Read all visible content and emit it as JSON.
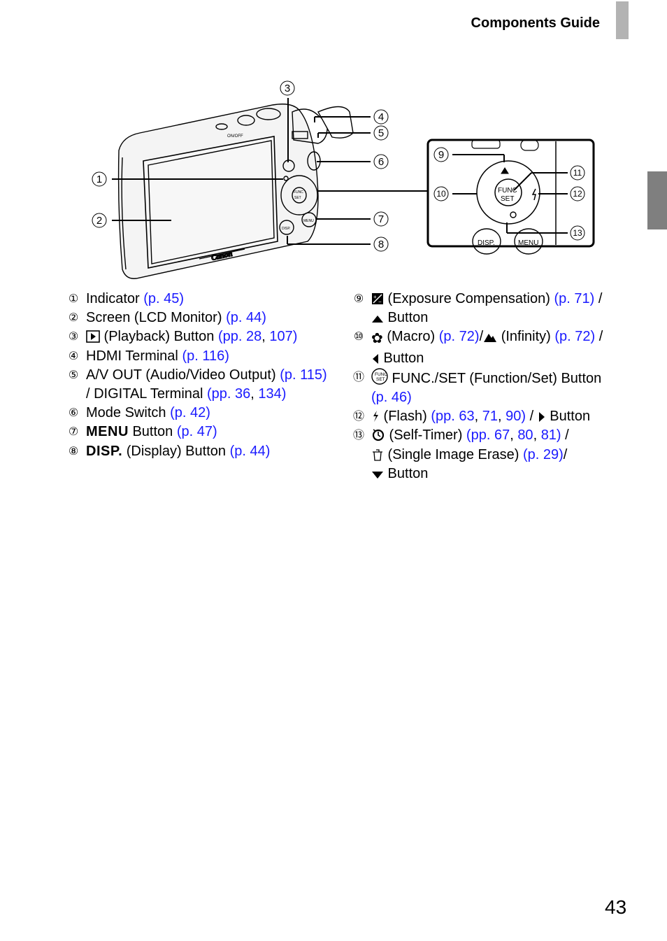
{
  "header": {
    "title": "Components Guide"
  },
  "page_number": "43",
  "diagram": {
    "callouts": [
      "1",
      "2",
      "3",
      "4",
      "5",
      "6",
      "7",
      "8",
      "9",
      "10",
      "11",
      "12",
      "13"
    ],
    "camera_labels": {
      "brand": "Canon",
      "on_off": "ON/OFF",
      "func": "FUNC",
      "set": "SET",
      "menu": "MENU",
      "disp": "DISP."
    },
    "inset_labels": {
      "func": "FUNC",
      "set": "SET",
      "disp": "DISP.",
      "menu": "MENU"
    }
  },
  "left_items": [
    {
      "num": "1",
      "pre": "Indicator ",
      "ref1": "(p. 45)"
    },
    {
      "num": "2",
      "pre": "Screen (LCD Monitor) ",
      "ref1": "(p. 44)"
    },
    {
      "num": "3",
      "pre": " (Playback) Button ",
      "ref1": "(pp. 28",
      "sep": ", ",
      "ref2": "107)"
    },
    {
      "num": "4",
      "pre": "HDMI Terminal ",
      "ref1": "(p. 116)"
    },
    {
      "num": "5",
      "pre": "A/V OUT (Audio/Video Output) ",
      "ref1": "(p. 115)",
      "line2_pre": "/ DIGITAL Terminal ",
      "line2_ref1": "(pp. 36",
      "line2_sep": ", ",
      "line2_ref2": "134)"
    },
    {
      "num": "6",
      "pre": "Mode Switch ",
      "ref1": "(p. 42)"
    },
    {
      "num": "7",
      "label": "MENU",
      "pre": " Button ",
      "ref1": "(p. 47)"
    },
    {
      "num": "8",
      "label": "DISP.",
      "pre": " (Display) Button ",
      "ref1": "(p. 44)"
    }
  ],
  "right_items": [
    {
      "num": "9",
      "pre": " (Exposure Compensation) ",
      "ref1": "(p. 71)",
      "post": " /",
      "line2": " Button"
    },
    {
      "num": "10",
      "pre": " (Macro) ",
      "ref1": "(p. 72)",
      "mid": "/",
      "mid2": " (Infinity) ",
      "ref2": "(p. 72)",
      "post": " /",
      "line2": " Button"
    },
    {
      "num": "11",
      "pre": " FUNC./SET (Function/Set) Button",
      "line2_ref": "(p. 46)"
    },
    {
      "num": "12",
      "pre": " (Flash) ",
      "ref1": "(pp. 63",
      "sep1": ", ",
      "ref2": "71",
      "sep2": ", ",
      "ref3": "90)",
      "post": " / ",
      "post2": " Button"
    },
    {
      "num": "13",
      "pre": " (Self-Timer) ",
      "ref1": "(pp. 67",
      "sep1": ", ",
      "ref2": "80",
      "sep2": ", ",
      "ref3": "81)",
      "post": " /",
      "line2_pre": " (Single Image Erase) ",
      "line2_ref": "(p. 29)",
      "line2_post": "/",
      "line3": " Button"
    }
  ]
}
